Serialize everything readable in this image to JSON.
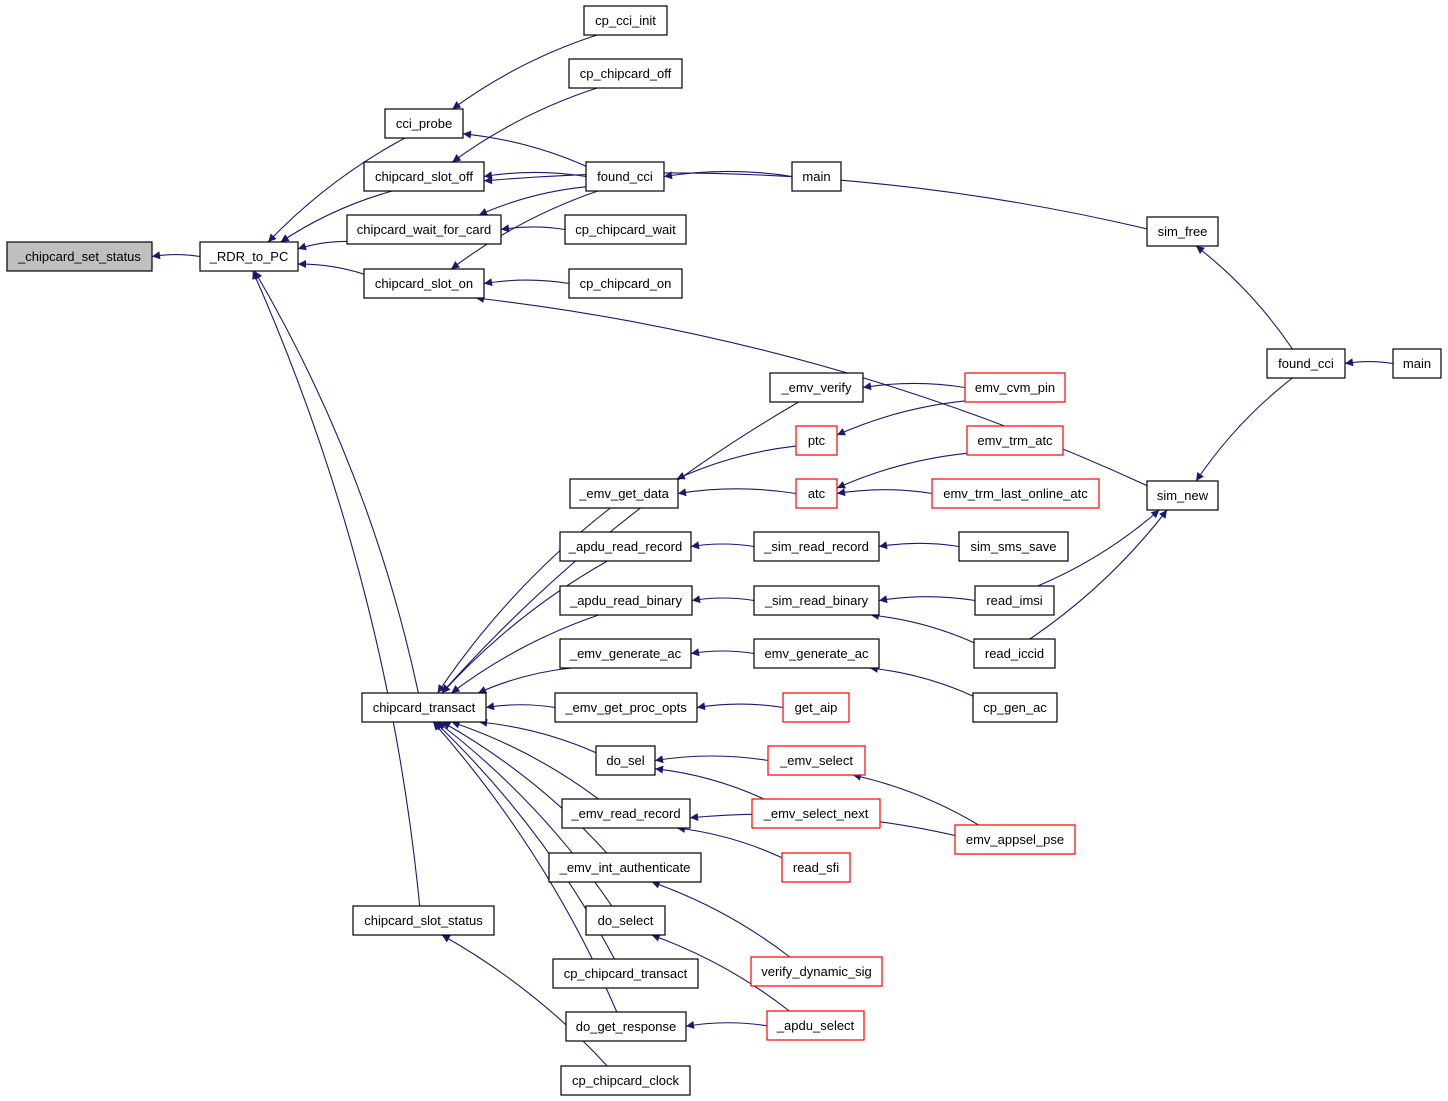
{
  "colors": {
    "edge": "#191970",
    "box_default": "#000000",
    "box_truncated": "#ff0000",
    "box_focus_fill": "#bfbfbf",
    "background": "#ffffff"
  },
  "nodes": [
    {
      "id": "n_set_status",
      "label": "_chipcard_set_status",
      "style": "focus"
    },
    {
      "id": "n_rdr_to_pc",
      "label": "_RDR_to_PC",
      "style": "normal"
    },
    {
      "id": "n_cci_probe",
      "label": "cci_probe",
      "style": "normal"
    },
    {
      "id": "n_slot_off",
      "label": "chipcard_slot_off",
      "style": "normal"
    },
    {
      "id": "n_wait_for_card",
      "label": "chipcard_wait_for_card",
      "style": "normal"
    },
    {
      "id": "n_slot_on",
      "label": "chipcard_slot_on",
      "style": "normal"
    },
    {
      "id": "n_transact",
      "label": "chipcard_transact",
      "style": "normal"
    },
    {
      "id": "n_slot_status",
      "label": "chipcard_slot_status",
      "style": "normal"
    },
    {
      "id": "n_cp_cci_init",
      "label": "cp_cci_init",
      "style": "normal"
    },
    {
      "id": "n_cp_chipcard_off",
      "label": "cp_chipcard_off",
      "style": "normal"
    },
    {
      "id": "n_found_cci_a",
      "label": "found_cci",
      "style": "normal"
    },
    {
      "id": "n_cp_chipcard_wait",
      "label": "cp_chipcard_wait",
      "style": "normal"
    },
    {
      "id": "n_cp_chipcard_on",
      "label": "cp_chipcard_on",
      "style": "normal"
    },
    {
      "id": "n_main_a",
      "label": "main",
      "style": "normal"
    },
    {
      "id": "n_sim_free",
      "label": "sim_free",
      "style": "normal"
    },
    {
      "id": "n_found_cci_b",
      "label": "found_cci",
      "style": "normal"
    },
    {
      "id": "n_main_b",
      "label": "main",
      "style": "normal"
    },
    {
      "id": "n_sim_new",
      "label": "sim_new",
      "style": "normal"
    },
    {
      "id": "n_emv_verify",
      "label": "_emv_verify",
      "style": "normal"
    },
    {
      "id": "n_emv_cvm_pin",
      "label": "emv_cvm_pin",
      "style": "truncated"
    },
    {
      "id": "n_ptc",
      "label": "ptc",
      "style": "truncated"
    },
    {
      "id": "n_emv_trm_atc",
      "label": "emv_trm_atc",
      "style": "truncated"
    },
    {
      "id": "n_emv_get_data",
      "label": "_emv_get_data",
      "style": "normal"
    },
    {
      "id": "n_atc",
      "label": "atc",
      "style": "truncated"
    },
    {
      "id": "n_emv_trm_last",
      "label": "emv_trm_last_online_atc",
      "style": "truncated"
    },
    {
      "id": "n_apdu_read_record",
      "label": "_apdu_read_record",
      "style": "normal"
    },
    {
      "id": "n_sim_read_record",
      "label": "_sim_read_record",
      "style": "normal"
    },
    {
      "id": "n_sim_sms_save",
      "label": "sim_sms_save",
      "style": "normal"
    },
    {
      "id": "n_apdu_read_binary",
      "label": "_apdu_read_binary",
      "style": "normal"
    },
    {
      "id": "n_sim_read_binary",
      "label": "_sim_read_binary",
      "style": "normal"
    },
    {
      "id": "n_read_imsi",
      "label": "read_imsi",
      "style": "normal"
    },
    {
      "id": "n_read_iccid",
      "label": "read_iccid",
      "style": "normal"
    },
    {
      "id": "n_emv_generate_ac_u",
      "label": "_emv_generate_ac",
      "style": "normal"
    },
    {
      "id": "n_emv_generate_ac",
      "label": "emv_generate_ac",
      "style": "normal"
    },
    {
      "id": "n_cp_gen_ac",
      "label": "cp_gen_ac",
      "style": "normal"
    },
    {
      "id": "n_emv_get_proc_opts",
      "label": "_emv_get_proc_opts",
      "style": "normal"
    },
    {
      "id": "n_get_aip",
      "label": "get_aip",
      "style": "truncated"
    },
    {
      "id": "n_do_sel",
      "label": "do_sel",
      "style": "normal"
    },
    {
      "id": "n_emv_select",
      "label": "_emv_select",
      "style": "truncated"
    },
    {
      "id": "n_emv_select_next",
      "label": "_emv_select_next",
      "style": "truncated"
    },
    {
      "id": "n_emv_appsel_pse",
      "label": "emv_appsel_pse",
      "style": "truncated"
    },
    {
      "id": "n_emv_read_record",
      "label": "_emv_read_record",
      "style": "normal"
    },
    {
      "id": "n_read_sfi",
      "label": "read_sfi",
      "style": "truncated"
    },
    {
      "id": "n_emv_int_auth",
      "label": "_emv_int_authenticate",
      "style": "normal"
    },
    {
      "id": "n_verify_dyn_sig",
      "label": "verify_dynamic_sig",
      "style": "truncated"
    },
    {
      "id": "n_do_select",
      "label": "do_select",
      "style": "normal"
    },
    {
      "id": "n_cp_chipcard_transact",
      "label": "cp_chipcard_transact",
      "style": "normal"
    },
    {
      "id": "n_apdu_select",
      "label": "_apdu_select",
      "style": "truncated"
    },
    {
      "id": "n_do_get_response",
      "label": "do_get_response",
      "style": "normal"
    },
    {
      "id": "n_cp_chipcard_clock",
      "label": "cp_chipcard_clock",
      "style": "normal"
    }
  ],
  "edges": [
    [
      "n_rdr_to_pc",
      "n_set_status"
    ],
    [
      "n_cci_probe",
      "n_rdr_to_pc"
    ],
    [
      "n_slot_off",
      "n_rdr_to_pc"
    ],
    [
      "n_wait_for_card",
      "n_rdr_to_pc"
    ],
    [
      "n_slot_on",
      "n_rdr_to_pc"
    ],
    [
      "n_transact",
      "n_rdr_to_pc"
    ],
    [
      "n_slot_status",
      "n_rdr_to_pc"
    ],
    [
      "n_cp_cci_init",
      "n_cci_probe"
    ],
    [
      "n_found_cci_a",
      "n_cci_probe"
    ],
    [
      "n_cp_chipcard_off",
      "n_slot_off"
    ],
    [
      "n_found_cci_a",
      "n_slot_off"
    ],
    [
      "n_sim_free",
      "n_slot_off"
    ],
    [
      "n_found_cci_a",
      "n_wait_for_card"
    ],
    [
      "n_cp_chipcard_wait",
      "n_wait_for_card"
    ],
    [
      "n_found_cci_a",
      "n_slot_on"
    ],
    [
      "n_cp_chipcard_on",
      "n_slot_on"
    ],
    [
      "n_sim_new",
      "n_slot_on"
    ],
    [
      "n_main_a",
      "n_found_cci_a"
    ],
    [
      "n_found_cci_b",
      "n_sim_free"
    ],
    [
      "n_found_cci_b",
      "n_sim_new"
    ],
    [
      "n_main_b",
      "n_found_cci_b"
    ],
    [
      "n_emv_verify",
      "n_transact"
    ],
    [
      "n_emv_get_data",
      "n_transact"
    ],
    [
      "n_apdu_read_record",
      "n_transact"
    ],
    [
      "n_apdu_read_binary",
      "n_transact"
    ],
    [
      "n_emv_generate_ac_u",
      "n_transact"
    ],
    [
      "n_emv_get_proc_opts",
      "n_transact"
    ],
    [
      "n_do_sel",
      "n_transact"
    ],
    [
      "n_emv_read_record",
      "n_transact"
    ],
    [
      "n_emv_int_auth",
      "n_transact"
    ],
    [
      "n_do_select",
      "n_transact"
    ],
    [
      "n_cp_chipcard_transact",
      "n_transact"
    ],
    [
      "n_do_get_response",
      "n_transact"
    ],
    [
      "n_emv_cvm_pin",
      "n_emv_verify"
    ],
    [
      "n_emv_cvm_pin",
      "n_ptc"
    ],
    [
      "n_ptc",
      "n_emv_get_data"
    ],
    [
      "n_atc",
      "n_emv_get_data"
    ],
    [
      "n_emv_trm_atc",
      "n_atc"
    ],
    [
      "n_emv_trm_last",
      "n_atc"
    ],
    [
      "n_sim_read_record",
      "n_apdu_read_record"
    ],
    [
      "n_sim_sms_save",
      "n_sim_read_record"
    ],
    [
      "n_sim_read_binary",
      "n_apdu_read_binary"
    ],
    [
      "n_read_imsi",
      "n_sim_read_binary"
    ],
    [
      "n_read_iccid",
      "n_sim_read_binary"
    ],
    [
      "n_read_imsi",
      "n_sim_new"
    ],
    [
      "n_read_iccid",
      "n_sim_new"
    ],
    [
      "n_emv_generate_ac",
      "n_emv_generate_ac_u"
    ],
    [
      "n_cp_gen_ac",
      "n_emv_generate_ac"
    ],
    [
      "n_get_aip",
      "n_emv_get_proc_opts"
    ],
    [
      "n_emv_select",
      "n_do_sel"
    ],
    [
      "n_emv_select_next",
      "n_do_sel"
    ],
    [
      "n_emv_appsel_pse",
      "n_emv_select"
    ],
    [
      "n_read_sfi",
      "n_emv_read_record"
    ],
    [
      "n_emv_appsel_pse",
      "n_emv_read_record"
    ],
    [
      "n_verify_dyn_sig",
      "n_emv_int_auth"
    ],
    [
      "n_apdu_select",
      "n_do_select"
    ],
    [
      "n_apdu_select",
      "n_do_get_response"
    ],
    [
      "n_cp_chipcard_clock",
      "n_slot_status"
    ]
  ]
}
